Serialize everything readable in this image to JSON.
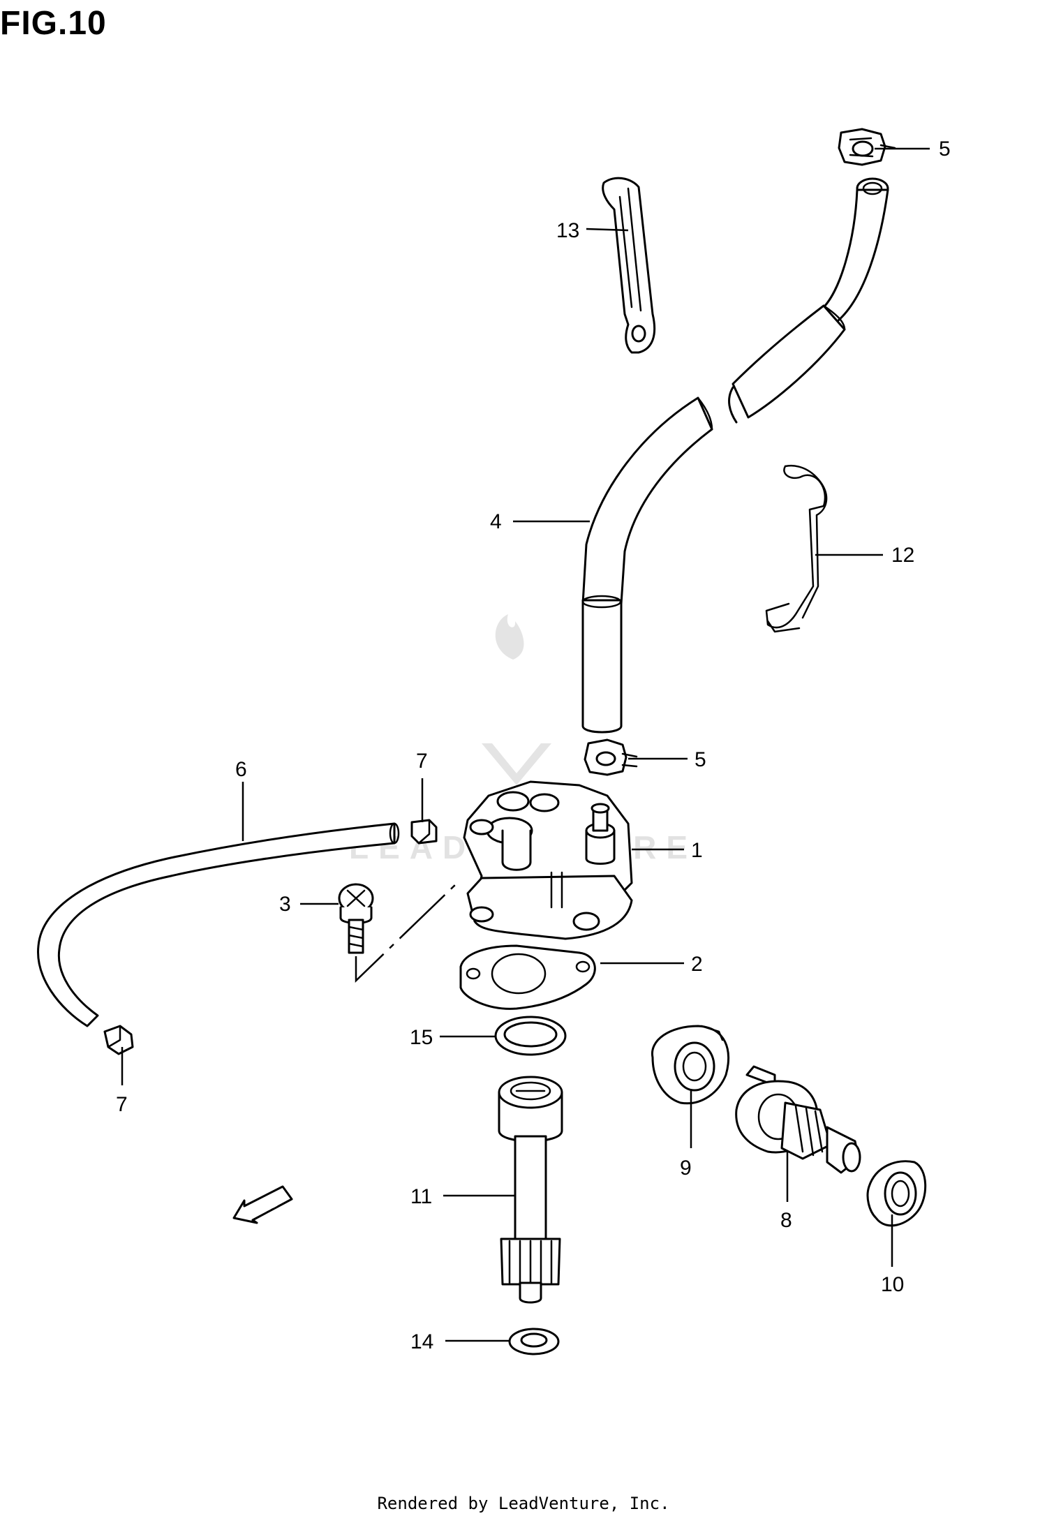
{
  "title": "FIG.10",
  "footer": "Rendered by LeadVenture, Inc.",
  "watermark": "LEADVENTURE",
  "fwd_arrow": "FWD",
  "callouts": [
    {
      "id": "c1",
      "label": "1"
    },
    {
      "id": "c2",
      "label": "2"
    },
    {
      "id": "c3",
      "label": "3"
    },
    {
      "id": "c4",
      "label": "4"
    },
    {
      "id": "c5a",
      "label": "5"
    },
    {
      "id": "c5b",
      "label": "5"
    },
    {
      "id": "c6",
      "label": "6"
    },
    {
      "id": "c7a",
      "label": "7"
    },
    {
      "id": "c7b",
      "label": "7"
    },
    {
      "id": "c8",
      "label": "8"
    },
    {
      "id": "c9",
      "label": "9"
    },
    {
      "id": "c10",
      "label": "10"
    },
    {
      "id": "c11",
      "label": "11"
    },
    {
      "id": "c12",
      "label": "12"
    },
    {
      "id": "c13",
      "label": "13"
    },
    {
      "id": "c14",
      "label": "14"
    },
    {
      "id": "c15",
      "label": "15"
    }
  ]
}
